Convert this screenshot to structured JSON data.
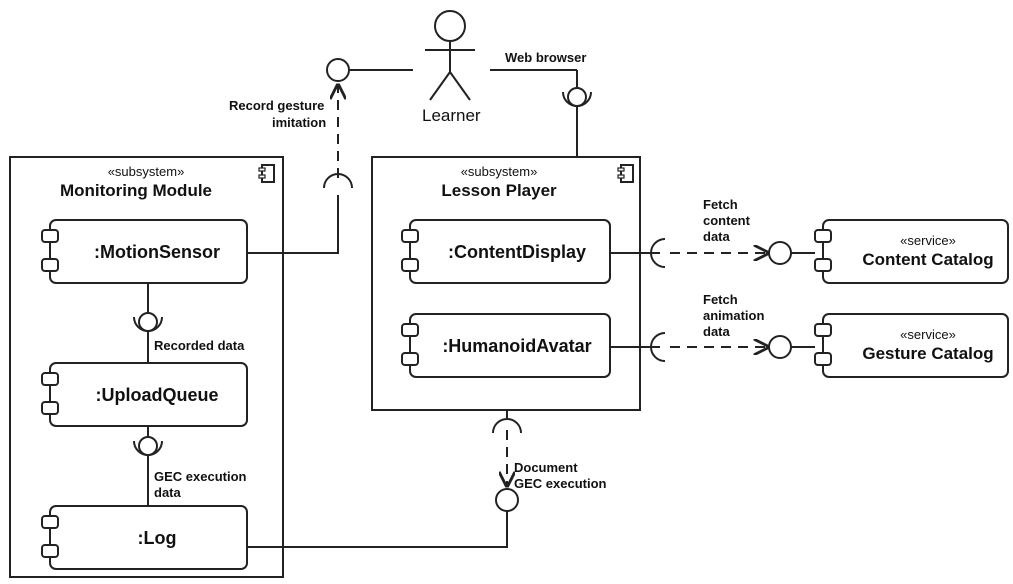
{
  "actor": {
    "name": "Learner"
  },
  "subsystems": {
    "monitoring": {
      "stereotype": "«subsystem»",
      "title": "Monitoring Module"
    },
    "player": {
      "stereotype": "«subsystem»",
      "title": "Lesson Player"
    }
  },
  "components": {
    "motion_sensor": ":MotionSensor",
    "upload_queue": ":UploadQueue",
    "log": ":Log",
    "content_display": ":ContentDisplay",
    "humanoid_avatar": ":HumanoidAvatar"
  },
  "services": {
    "content": {
      "stereotype": "«service»",
      "title": "Content Catalog"
    },
    "gesture": {
      "stereotype": "«service»",
      "title": "Gesture Catalog"
    }
  },
  "labels": {
    "web_browser": "Web browser",
    "record_gesture_1": "Record gesture",
    "record_gesture_2": "imitation",
    "recorded_data": "Recorded data",
    "gec_exec_1": "GEC execution",
    "gec_exec_2": "data",
    "fetch_content_1": "Fetch",
    "fetch_content_2": "content",
    "fetch_content_3": "data",
    "fetch_anim_1": "Fetch",
    "fetch_anim_2": "animation",
    "fetch_anim_3": "data",
    "document_1": "Document",
    "document_2": "GEC execution"
  }
}
